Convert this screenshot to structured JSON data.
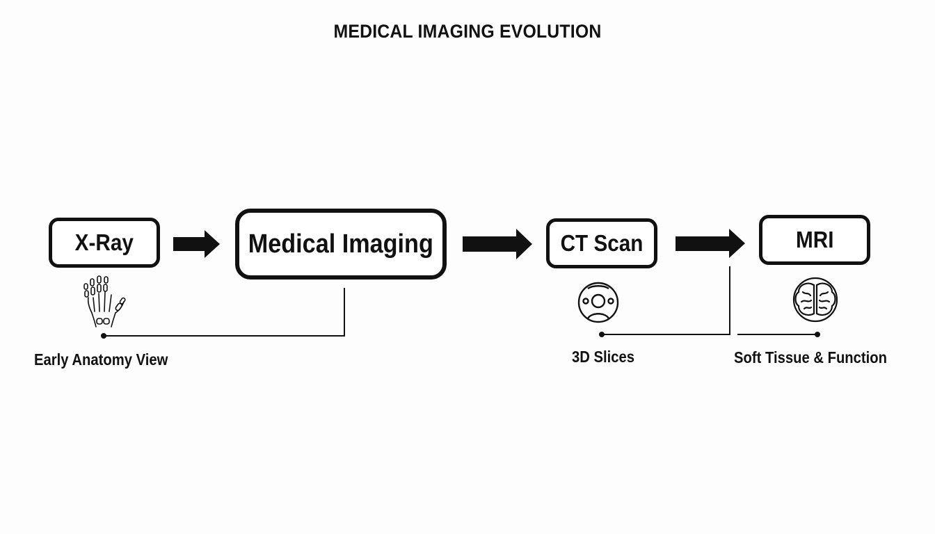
{
  "diagram": {
    "title": "MEDICAL IMAGING EVOLUTION",
    "nodes": {
      "xray": "X-Ray",
      "medical_imaging": "Medical Imaging",
      "ct_scan": "CT Scan",
      "mri": "MRI"
    },
    "captions": {
      "xray": "Early Anatomy View",
      "ct_scan": "3D Slices",
      "mri": "Soft Tissue & Function"
    },
    "icons": {
      "xray": "hand-skeleton-icon",
      "ct_scan": "ct-scanner-icon",
      "mri": "brain-icon"
    },
    "edges": [
      {
        "from": "X-Ray",
        "to": "Medical Imaging"
      },
      {
        "from": "Medical Imaging",
        "to": "CT Scan"
      },
      {
        "from": "CT Scan",
        "to": "MRI"
      }
    ],
    "colors": {
      "ink": "#111111",
      "background": "#fdfdfd"
    }
  }
}
